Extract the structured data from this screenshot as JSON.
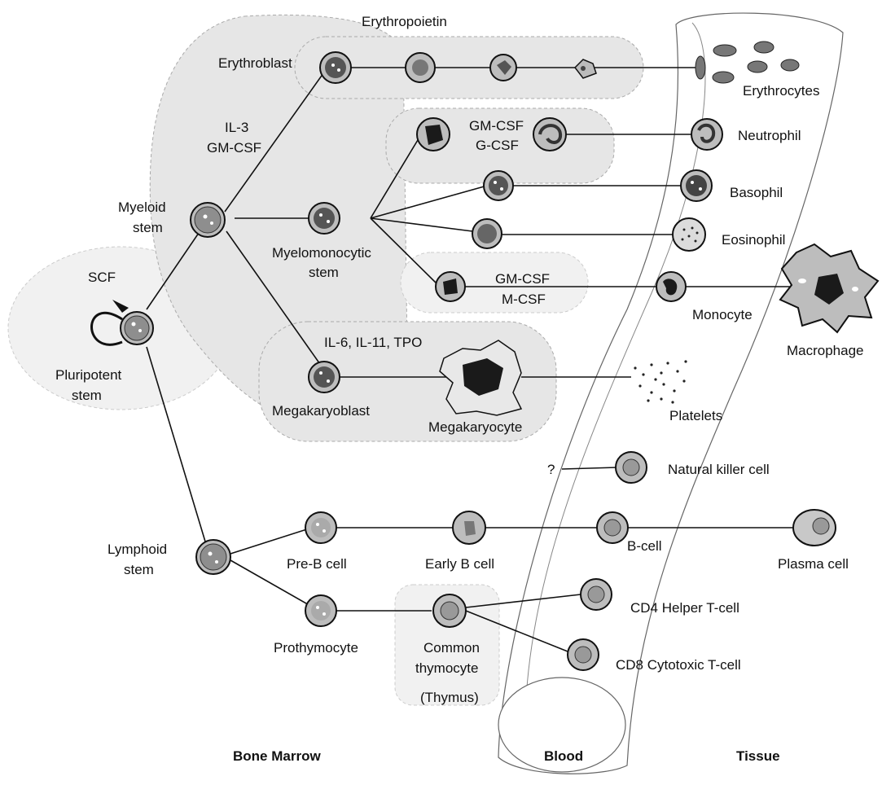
{
  "labels": {
    "erythropoietin": "Erythropoietin",
    "erythroblast": "Erythroblast",
    "erythrocytes": "Erythrocytes",
    "il3_gmcsf_1": "IL-3",
    "il3_gmcsf_2": "GM-CSF",
    "gmcsf_top": "GM-CSF",
    "gcsf": "G-CSF",
    "neutrophil": "Neutrophil",
    "myeloid_stem_1": "Myeloid",
    "myeloid_stem_2": "stem",
    "basophil": "Basophil",
    "eosinophil": "Eosinophil",
    "myelomonocytic_1": "Myelomonocytic",
    "myelomonocytic_2": "stem",
    "gmcsf_mono": "GM-CSF",
    "mcsf": "M-CSF",
    "monocyte": "Monocyte",
    "macrophage": "Macrophage",
    "scf": "SCF",
    "pluripotent_1": "Pluripotent",
    "pluripotent_2": "stem",
    "il6": "IL-6, IL-11, TPO",
    "megakaryoblast": "Megakaryoblast",
    "megakaryocyte": "Megakaryocyte",
    "platelets": "Platelets",
    "question": "?",
    "natural_killer": "Natural killer cell",
    "lymphoid_1": "Lymphoid",
    "lymphoid_2": "stem",
    "pre_b": "Pre-B cell",
    "early_b": "Early B cell",
    "b_cell": "B-cell",
    "plasma_cell": "Plasma cell",
    "cd4": "CD4 Helper T-cell",
    "prothymocyte": "Prothymocyte",
    "common_thymocyte_1": "Common",
    "common_thymocyte_2": "thymocyte",
    "thymus": "(Thymus)",
    "cd8": "CD8 Cytotoxic T-cell",
    "bone_marrow": "Bone Marrow",
    "blood": "Blood",
    "tissue": "Tissue"
  }
}
